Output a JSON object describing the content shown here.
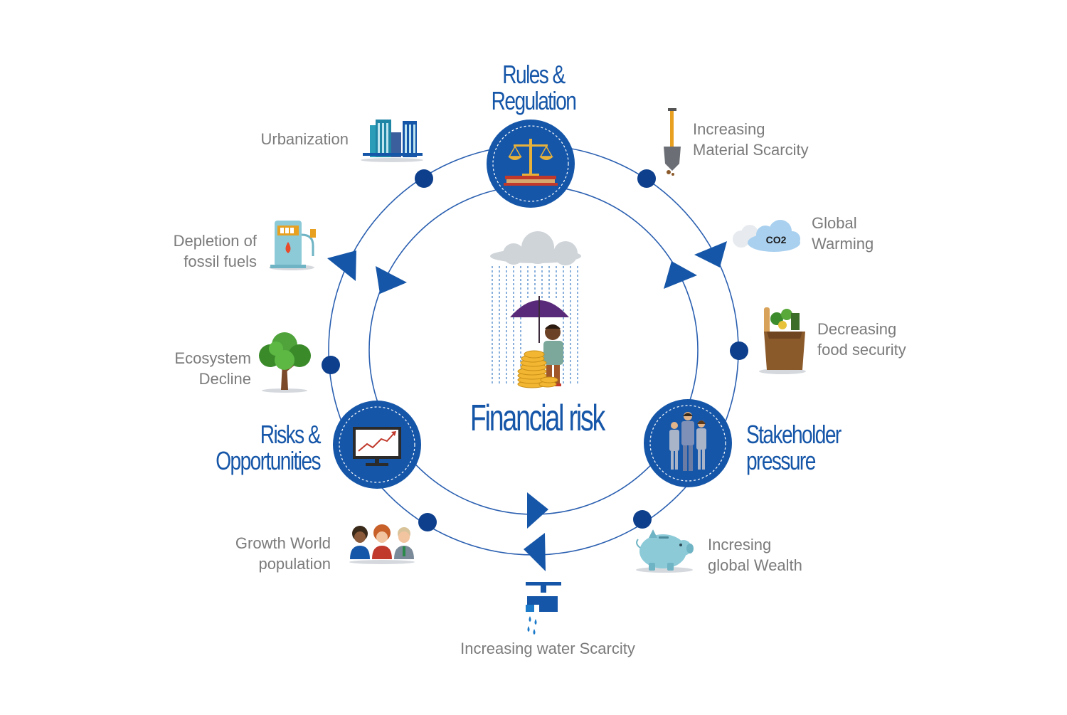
{
  "center": {
    "title": "Financial risk"
  },
  "hubs": {
    "rules": [
      "Rules &",
      "Regulation"
    ],
    "risks": [
      "Risks &",
      "Opportunities"
    ],
    "stakeholder": [
      "Stakeholder",
      "pressure"
    ]
  },
  "factors": {
    "urbanization": [
      "Urbanization"
    ],
    "material": [
      "Increasing",
      "Material Scarcity"
    ],
    "warming": [
      "Global",
      "Warming"
    ],
    "co2": "CO2",
    "food": [
      "Decreasing",
      "food security"
    ],
    "wealth": [
      "Incresing",
      "global Wealth"
    ],
    "water": [
      "Increasing water Scarcity"
    ],
    "population": [
      "Growth World",
      "population"
    ],
    "ecosystem": [
      "Ecosystem",
      "Decline"
    ],
    "fossil": [
      "Depletion of",
      "fossil fuels"
    ]
  },
  "colors": {
    "primary": "#1656a8",
    "dark": "#0d3f8c",
    "label": "#7b7b7b",
    "circle_line": "#2a5fb0"
  },
  "icons": [
    "buildings-icon",
    "shovel-icon",
    "co2-cloud-icon",
    "grocery-bag-icon",
    "piggy-bank-icon",
    "water-tap-icon",
    "people-icon",
    "tree-icon",
    "fuel-pump-icon",
    "scales-icon",
    "chart-monitor-icon",
    "business-people-icon",
    "rain-cloud-icon",
    "umbrella-person-icon",
    "coins-icon"
  ]
}
